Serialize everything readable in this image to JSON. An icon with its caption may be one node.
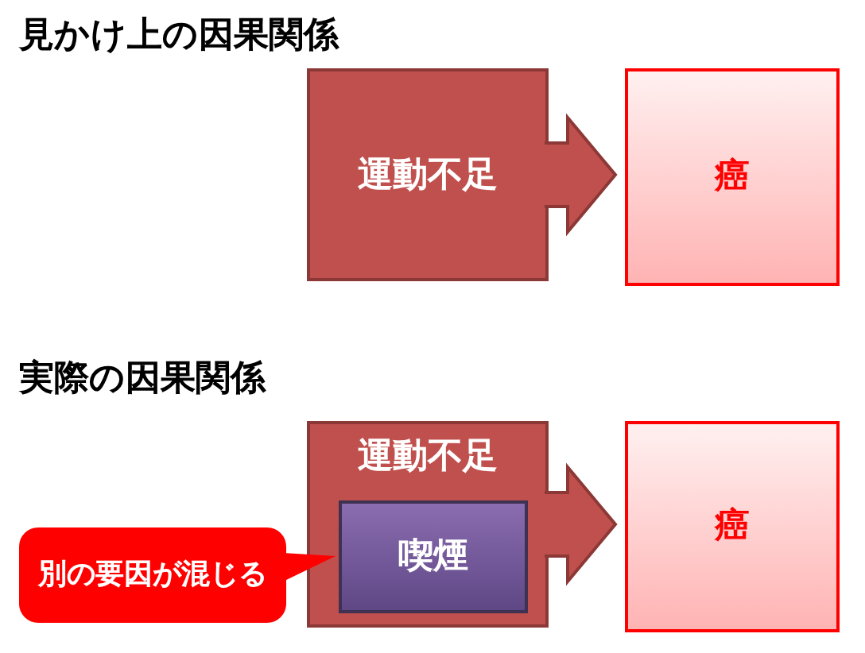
{
  "diagram": {
    "nodes": [
      {
        "text": [
          "運動不足"
        ]
      },
      {
        "text": [
          "癌"
        ]
      },
      {
        "text": [
          "運動不足"
        ]
      },
      {
        "text": [
          "喫煙"
        ],
        "in": 2
      },
      {
        "text": [
          "癌"
        ]
      },
      {
        "text": [
          "別の要因が混じる"
        ]
      }
    ],
    "edges": [
      {
        "from": 0,
        "to": 1,
        "arrow": "to",
        "style": "thick"
      },
      {
        "from": 2,
        "to": 4,
        "arrow": "to",
        "style": "thick"
      },
      {
        "from": 5,
        "to": 3,
        "arrow": "none"
      }
    ],
    "labels": [
      "見かけ上の因果関係",
      "実際の因果関係"
    ]
  }
}
